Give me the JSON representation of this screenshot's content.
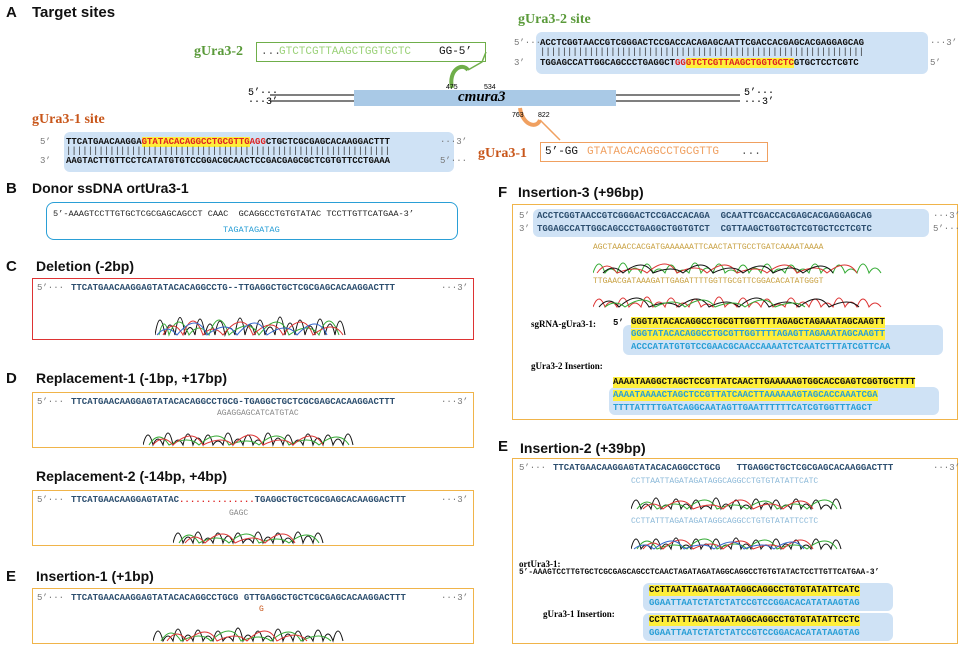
{
  "panels": {
    "A": {
      "letter": "A",
      "title": "Target sites"
    },
    "B": {
      "letter": "B",
      "title": "Donor ssDNA ortUra3-1"
    },
    "C": {
      "letter": "C",
      "title": "Deletion (-2bp)"
    },
    "D": {
      "letter": "D",
      "title1": "Replacement-1 (-1bp, +17bp)",
      "title2": "Replacement-2 (-14bp, +4bp)"
    },
    "E1": {
      "letter": "E",
      "title": "Insertion-1 (+1bp)"
    },
    "F": {
      "letter": "F",
      "title": "Insertion-3 (+96bp)"
    },
    "E2": {
      "letter": "E",
      "title": "Insertion-2 (+39bp)"
    }
  },
  "panelA": {
    "gura3_2_label": "gUra3-2",
    "gura3_2_seq_prefix": "...",
    "gura3_2_seq": "GTCTCGTTAAGCTGGTGCTC",
    "gura3_2_pam": "GG-5’",
    "gura3_2_site_title": "gUra3-2 site",
    "site2_top": "ACCTCGGTAACCGTCGGGACTCCGACCACAGAGCAATTCGACCACGAGCACGAGGAGCAG",
    "site2_bot_a": "TGGAGCCATTGGCAGCCCTGAGGCT",
    "site2_bot_red": "GG",
    "site2_bot_hl": "GTCTCGTTAAGCTGGTGCTC",
    "site2_bot_b": "GTGCTCCTCGTC",
    "gene": "cmura3",
    "pos_475": "475",
    "pos_534": "534",
    "pos_763": "763",
    "pos_822": "822",
    "gura3_1_site_title": "gUra3-1 site",
    "site1_top_a": "TTCATGAACAAGGA",
    "site1_top_hl": "GTATACACAGGCCTGCGTTG",
    "site1_top_red": "AGG",
    "site1_top_b": "CTGCTCGCGAGCACAAGGACTTT",
    "site1_bot": "AAGTACTTGTTCCTCATATGTGTCCGGACGCAACTCCGACGAGCGCTCGTGTTCCTGAAA",
    "gura3_1_label": "gUra3-1",
    "gura3_1_pam": "5’-GG",
    "gura3_1_seq": "GTATACACAGGCCTGCGTTG",
    "gura3_1_seq_suffix": "...",
    "p5": "5’",
    "p3": "3’",
    "dots5": "5’···",
    "dots3": "···3’"
  },
  "panelB": {
    "seq": "5’-AAAGTCCTTGTGCTCGCGAGCAGCCT CAAC  GCAGGCCTGTGTATAC TCCTTGTTCATGAA-3’",
    "insert": "TAGATAGATAG"
  },
  "panelC": {
    "seq": "TTCATGAACAAGGAGTATACACAGGCCTG--TTGAGGCTGCTCGCGAGCACAAGGACTTT"
  },
  "panelD": {
    "seq1": "TTCATGAACAAGGAGTATACACAGGCCTGCG-TGAGGCTGCTCGCGAGCACAAGGACTTT",
    "ins1": "AGAGGAGCATCATGTAC",
    "seq2a": "TTCATGAACAAGGAGTATAC",
    "seq2dash": "..............",
    "seq2b": "TGAGGCTGCTCGCGAGCACAAGGACTTT",
    "ins2": "GAGC"
  },
  "panelE1": {
    "seq": "TTCATGAACAAGGAGTATACACAGGCCTGCG GTTGAGGCTGCTCGCGAGCACAAGGACTTT",
    "ins": "G"
  },
  "panelF": {
    "top": "ACCTCGGTAACCGTCGGGACTCCGACCACAGA  GCAATTCGACCACGAGCACGAGGAGCAG",
    "bot": "TGGAGCCATTGGCAGCCCTGAGGCTGGTGTCT  CGTTAAGCTGGTGCTCGTGCTCCTCGTC",
    "read1": "AGCTAAACCACGATGAAAAAATTCAACTATTGCCTGATCAAAATAAAA",
    "read2": "TTGAACGATAAAGATTGAGATTTTGGTTGCGTTCGGACACATATGGGT",
    "sg_label": "sgRNA-gUra3-1:",
    "sg_top": "GGGTATACACAGGCCTGCGTTGGTTTTAGAGCTAGAAATAGCAAGTT",
    "sg_mid": "GGGTATACACAGGCCTGCGTTGGTTTTAGAGTTAGAAATAGCAAGTT",
    "sg_bot": "ACCCATATGTGTCCGAACGCAACCAAAATCTCAATCTTTATCGTTCAA",
    "ins_label": "gUra3-2 Insertion:",
    "ins_top": "AAAATAAGGCTAGCTCCGTTATCAACTTGAAAAAGTGGCACCGAGTCGGTGCTTTT",
    "ins_mid": "AAAATAAAACTAGCTCCGTTATCAACTTAAAAAAGTAGCACCAAATCGA",
    "ins_bot": "TTTTATTTTGATCAGGCAATAGTTGAATTTTTTCATCGTGGTTTAGCT"
  },
  "panelE2": {
    "seq": "TTCATGAACAAGGAGTATACACAGGCCTGCG   TTGAGGCTGCTCGCGAGCACAAGGACTTT",
    "read1": "CCTTAATTAGATAGATAGGCAGGCCTGTGTATATTCATC",
    "read2": "CCTTATTTAGATAGATAGGCAGGCCTGTGTATATTCCTC",
    "ort_label": "ortUra3-1:",
    "ort_seq": "5’-AAAGTCCTTGTGCTCGCGAGCAGCCTCAACTAGATAGATAGGCAGGCCTGTGTATACTCCTTGTTCATGAA-3’",
    "ins_label": "gUra3-1 Insertion:",
    "i1_top": "CCTTAATTAGATAGATAGGCAGGCCTGTGTATATTCATC",
    "i1_bot": "GGAATTAATCTATCTATCCGTCCGGACACATATAAGTAG",
    "i2_top": "CCTTATTTAGATAGATAGGCAGGCCTGTGTATATTCCTC",
    "i2_bot": "GGAATTAATCTATCTATCCGTCCGGACACATATAAGTAG"
  },
  "colors": {
    "green": "#6fae4a",
    "orange": "#d2631f",
    "blue": "#2a9fd6",
    "yellow": "#f0b44a",
    "red": "#d33"
  }
}
